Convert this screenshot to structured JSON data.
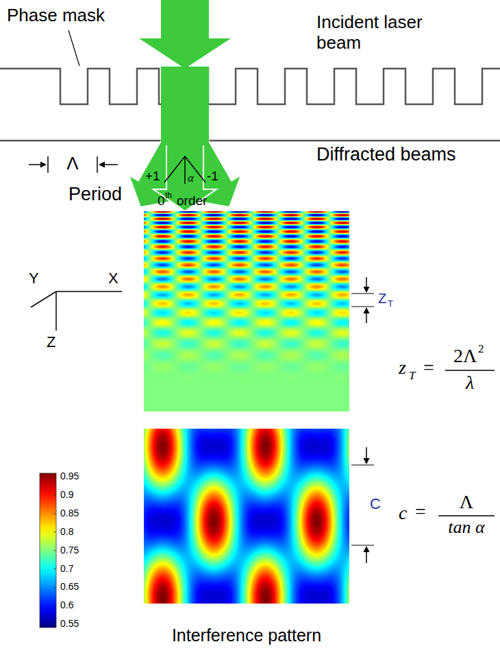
{
  "diagram": {
    "labels": [
      "Phase mask",
      "Incident laser beam",
      "Λ",
      "Period",
      "+1",
      "α",
      "-1",
      "0",
      "th",
      "order",
      "Diffracted beams",
      "Y",
      "X",
      "Z",
      "Z",
      "T",
      "z",
      "T",
      "=",
      "2Λ",
      "2",
      "λ",
      "C",
      "c",
      "=",
      "Λ",
      "tan α",
      "0.95",
      "0.9",
      "0.85",
      "0.8",
      "0.75",
      "0.7",
      "0.65",
      "0.6",
      "0.55",
      "Interference pattern"
    ]
  }
}
